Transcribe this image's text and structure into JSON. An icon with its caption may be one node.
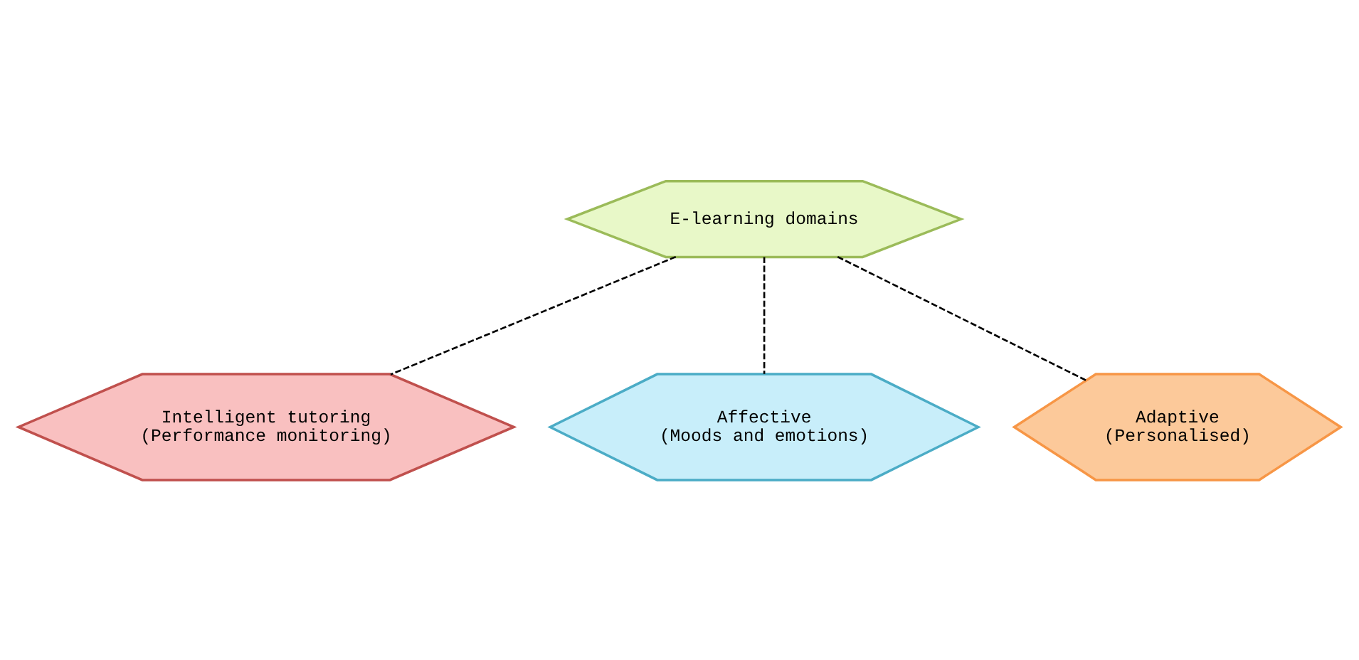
{
  "diagram": {
    "nodes": [
      {
        "text": [
          "E-learning domains"
        ]
      },
      {
        "text": [
          "Intelligent tutoring",
          "(Performance monitoring)"
        ]
      },
      {
        "text": [
          "Affective",
          "(Moods and emotions)"
        ]
      },
      {
        "text": [
          "Adaptive",
          "(Personalised)"
        ]
      }
    ],
    "edges": [
      {
        "from": 0,
        "to": 1,
        "arrow": "none",
        "style": "dashed"
      },
      {
        "from": 0,
        "to": 2,
        "arrow": "none",
        "style": "dashed"
      },
      {
        "from": 0,
        "to": 3,
        "arrow": "none",
        "style": "dashed"
      }
    ]
  }
}
